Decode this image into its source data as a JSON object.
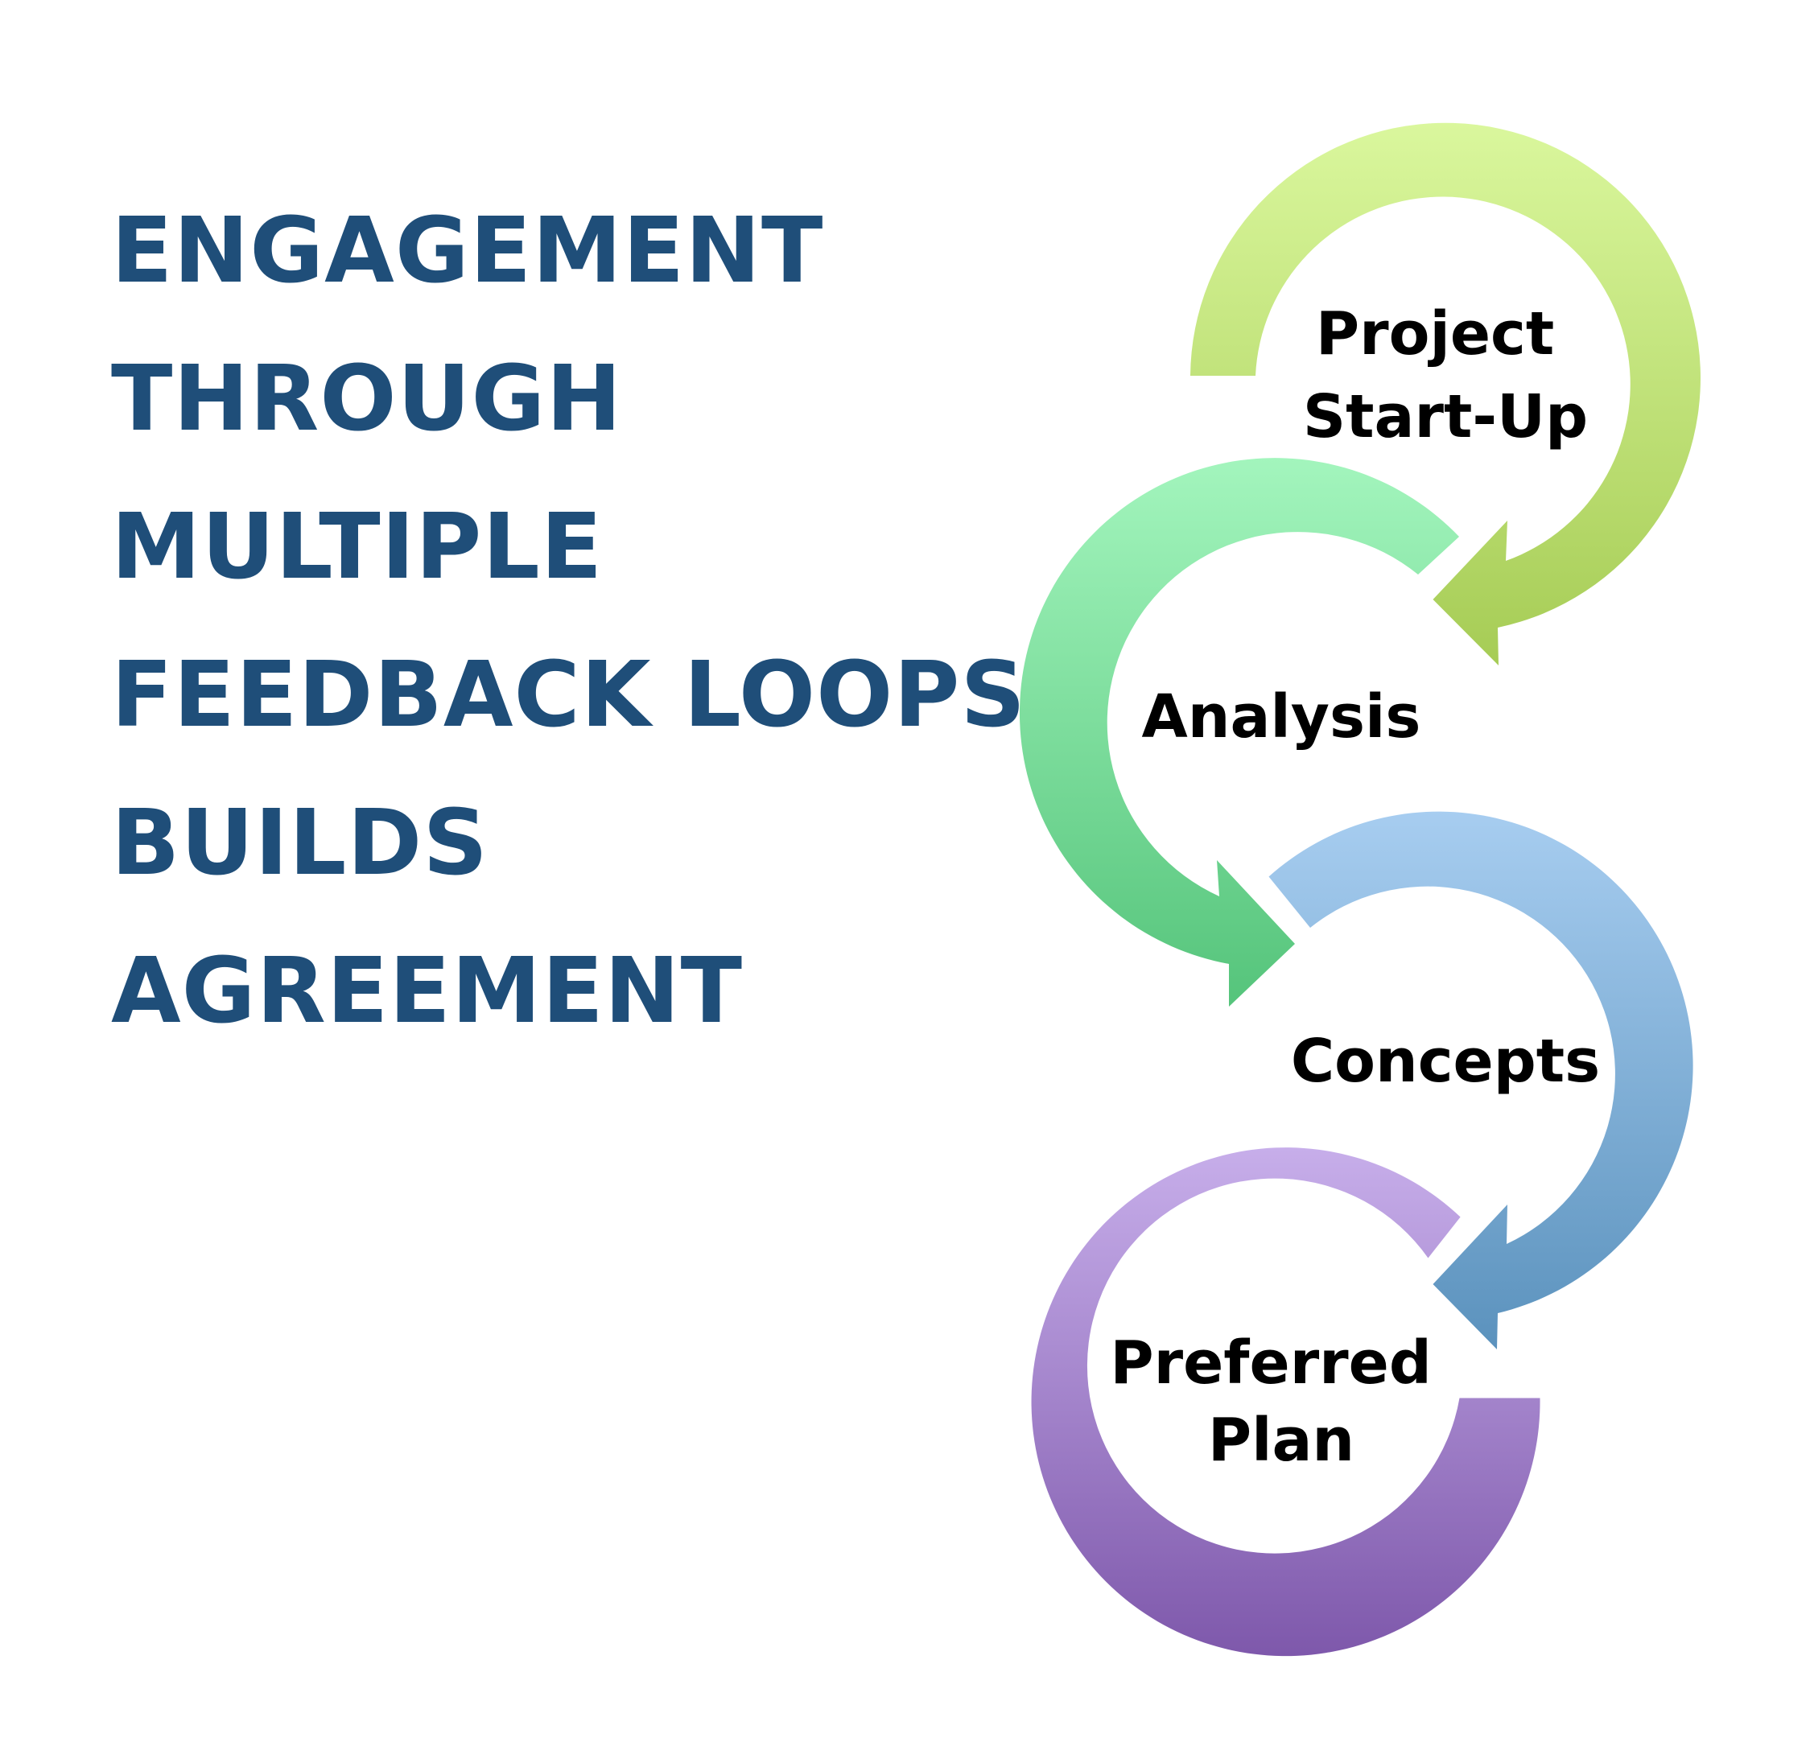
{
  "headline": {
    "lines": [
      "ENGAGEMENT",
      "THROUGH",
      "MULTIPLE",
      "FEEDBACK LOOPS",
      "BUILDS",
      "AGREEMENT"
    ],
    "color": "#1f4e79"
  },
  "cycle": {
    "steps": [
      {
        "label_lines": [
          "Project",
          "Start-Up"
        ],
        "color_light": "#daf79d",
        "color_dark": "#a6cc55"
      },
      {
        "label_lines": [
          "Analysis"
        ],
        "color_light": "#a3f5bd",
        "color_dark": "#55c47b"
      },
      {
        "label_lines": [
          "Concepts"
        ],
        "color_light": "#a7cdf0",
        "color_dark": "#5b92bd"
      },
      {
        "label_lines": [
          "Preferred",
          "Plan"
        ],
        "color_light": "#c7aeea",
        "color_dark": "#7e58ab"
      }
    ]
  }
}
